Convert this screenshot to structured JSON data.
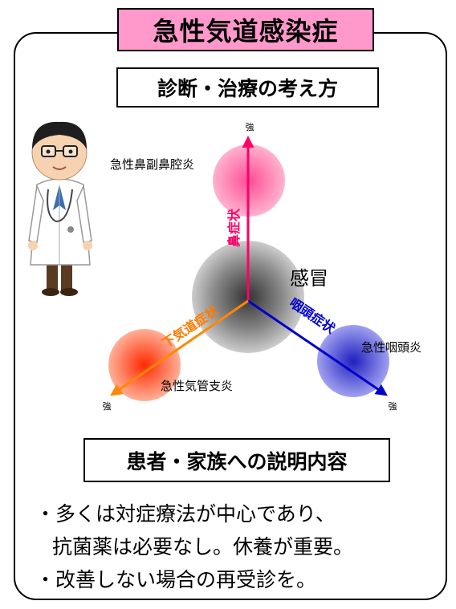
{
  "title": "急性気道感染症",
  "subtitle_top": "診断・治療の考え方",
  "subtitle_bottom": "患者・家族への説明内容",
  "diagram": {
    "center_label": "感冒",
    "axes": [
      {
        "label": "鼻症状",
        "end_label": "強",
        "color": "#ff0066"
      },
      {
        "label": "咽頭症状",
        "end_label": "強",
        "color": "#0000cc"
      },
      {
        "label": "下気道症状",
        "end_label": "強",
        "color": "#ff8800"
      }
    ],
    "diseases": [
      {
        "label": "急性鼻副鼻腔炎",
        "color": "#ff4d94"
      },
      {
        "label": "急性咽頭炎",
        "color": "#3333cc"
      },
      {
        "label": "急性気管支炎",
        "color": "#ff3300"
      }
    ]
  },
  "notes": [
    "・多くは対症療法が中心であり、",
    "抗菌薬は必要なし。休養が重要。",
    "・改善しない場合の再受診を。"
  ]
}
